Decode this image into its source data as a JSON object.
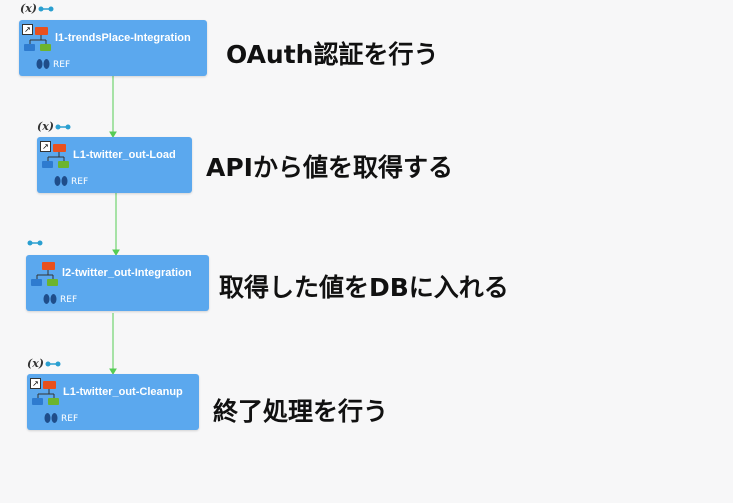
{
  "nodes": [
    {
      "name": "l1-trendsPlace-Integration",
      "ref": "REF",
      "var": "(x)"
    },
    {
      "name": "L1-twitter_out-Load",
      "ref": "REF",
      "var": "(x)"
    },
    {
      "name": "l2-twitter_out-Integration",
      "ref": "REF",
      "var": ""
    },
    {
      "name": "L1-twitter_out-Cleanup",
      "ref": "REF",
      "var": "(x)"
    }
  ],
  "notes": [
    "OAuth認証を行う",
    "APIから値を取得する",
    "取得した値をDBに入れる",
    "終了処理を行う"
  ],
  "colors": {
    "node": "#5ba8ee",
    "edge": "#55cc55",
    "tree_top": "#e8501e",
    "tree_left": "#2e7bcf",
    "tree_right": "#6cb42e"
  }
}
